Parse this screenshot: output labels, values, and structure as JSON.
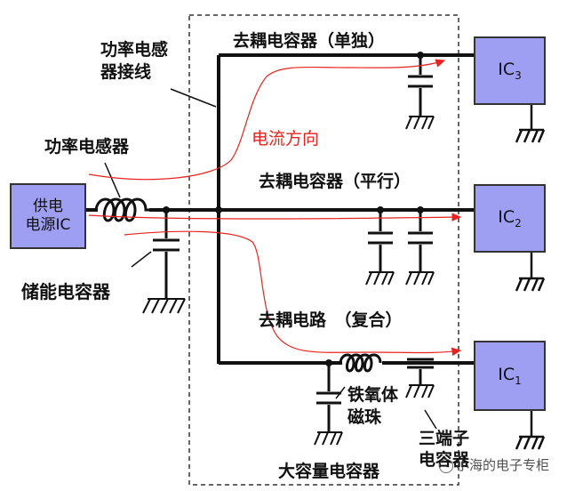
{
  "labels": {
    "power_inductor_wiring": [
      "功率电感",
      "器接线"
    ],
    "decap_single": "去耦电容器（单独）",
    "current_direction": "电流方向",
    "power_inductor": "功率电感器",
    "decap_parallel": "去耦电容器（平行）",
    "storage_cap": "储能电容器",
    "decap_circuit_composite": "去耦电路　（复合）",
    "ferrite_bead": [
      "铁氧体",
      "磁珠"
    ],
    "three_terminal_cap": [
      "三端子",
      "电容器"
    ],
    "bulk_cap": "大容量电容器"
  },
  "blocks": {
    "power_supply_ic": [
      "供电",
      "电源IC"
    ],
    "ic3": {
      "name": "IC",
      "sub": "3"
    },
    "ic2": {
      "name": "IC",
      "sub": "2"
    },
    "ic1": {
      "name": "IC",
      "sub": "1"
    }
  },
  "watermark": "小海的电子专柜",
  "colors": {
    "wire": "#111111",
    "current_arrow": "#e8231f",
    "ic_fill": "#9e9ef2",
    "dashed_box": "#333333"
  }
}
